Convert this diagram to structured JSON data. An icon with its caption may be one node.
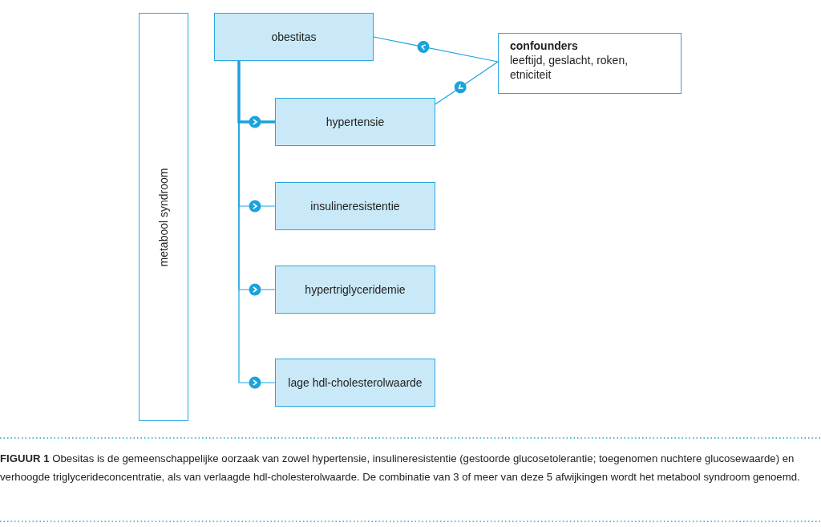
{
  "diagram": {
    "caption": "**FIGUUR 1** Obesitas is de gemeenschappelijke oorzaak van zowel hypertensie, insulineresistentie (gestoorde glucosetolerantie; toegenomen nuchtere glucosewaarde) en verhoogde triglycerideconcentratie, als van verlaagde hdl-cholesterolwaarde. De combinatie van 3 of meer van deze 5 afwijkingen wordt het metabool syndroom genoemd.",
    "nodes": [
      {
        "text": [
          "metabool syndroom"
        ]
      },
      {
        "text": [
          "obestitas"
        ]
      },
      {
        "text": [
          "confounders",
          "leeftijd, geslacht, roken, etniciteit"
        ]
      },
      {
        "text": [
          "hypertensie"
        ]
      },
      {
        "text": [
          "insulineresistentie"
        ]
      },
      {
        "text": [
          "hypertriglyceridemie"
        ]
      },
      {
        "text": [
          "lage hdl-cholesterolwaarde"
        ]
      }
    ],
    "edges": [
      {
        "from": 1,
        "to": 3,
        "arrow": "to",
        "style": "thick"
      },
      {
        "from": 1,
        "to": 4,
        "arrow": "to"
      },
      {
        "from": 1,
        "to": 5,
        "arrow": "to"
      },
      {
        "from": 1,
        "to": 6,
        "arrow": "to"
      },
      {
        "from": 2,
        "to": 1,
        "arrow": "to"
      },
      {
        "from": 2,
        "to": 3,
        "arrow": "to"
      }
    ]
  }
}
